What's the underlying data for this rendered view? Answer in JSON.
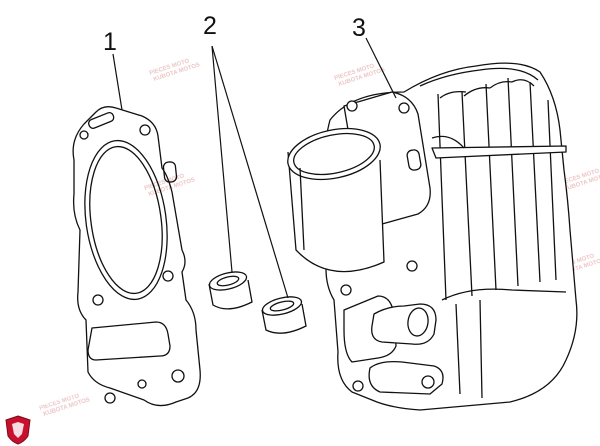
{
  "callouts": [
    {
      "id": "1",
      "label": "1"
    },
    {
      "id": "2",
      "label": "2"
    },
    {
      "id": "3",
      "label": "3"
    }
  ],
  "watermark": {
    "line1": "PIECES MOTO",
    "line2": "KUBOTA MOTOS"
  },
  "logo": {
    "name": "brand-logo",
    "color": "#c8102e"
  }
}
